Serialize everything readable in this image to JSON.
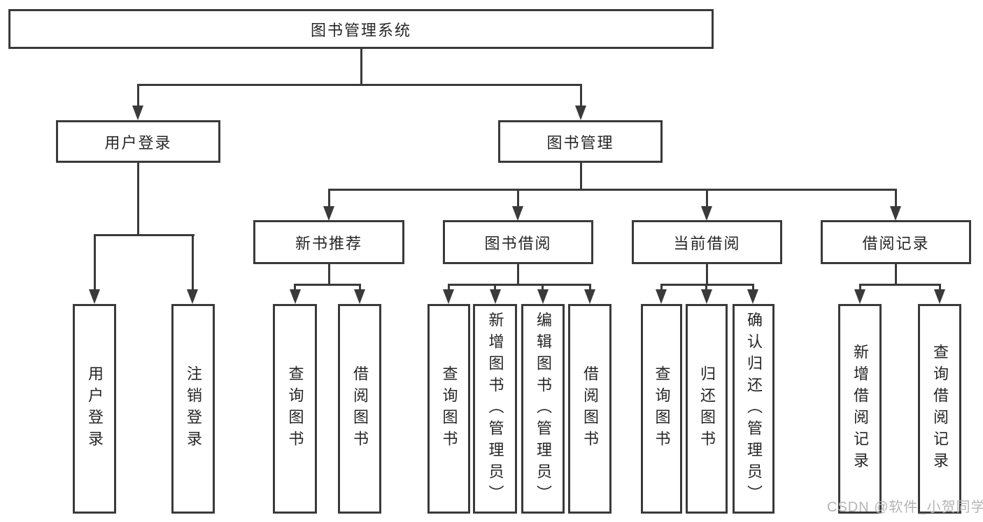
{
  "root": {
    "label": "图书管理系统"
  },
  "level2": [
    {
      "label": "用户登录",
      "children": [
        "用户登录",
        "注销登录"
      ]
    },
    {
      "label": "图书管理"
    }
  ],
  "level3": [
    {
      "label": "新书推荐",
      "children": [
        "查询图书",
        "借阅图书"
      ]
    },
    {
      "label": "图书借阅",
      "children": [
        "查询图书",
        "新增图书（管理员）",
        "编辑图书（管理员）",
        "借阅图书"
      ]
    },
    {
      "label": "当前借阅",
      "children": [
        "查询图书",
        "归还图书",
        "确认归还（管理员）"
      ]
    },
    {
      "label": "借阅记录",
      "children": [
        "新增借阅记录",
        "查询借阅记录"
      ]
    }
  ],
  "watermark": {
    "text": "CSDN @软件_小贺同学"
  },
  "colors": {
    "line": "#3a3a3a",
    "box_border": "#3a3a3a",
    "text": "#262626",
    "watermark": "#b5b5b5",
    "background": "#ffffff"
  }
}
